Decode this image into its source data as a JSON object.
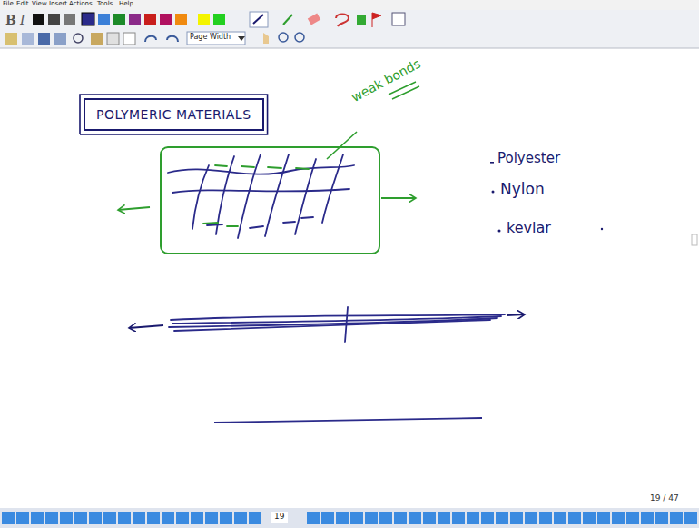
{
  "diagram": {
    "nodes": [
      {
        "text": [
          "POLYMERIC MATERIALS"
        ]
      }
    ],
    "labels": [
      "File",
      "Edit",
      "View",
      "Insert",
      "Actions",
      "Tools",
      "Help",
      "Page Width",
      "weak bonds",
      "Polyester",
      "Nylon",
      "kevlar",
      "19 / 47",
      "19"
    ]
  }
}
